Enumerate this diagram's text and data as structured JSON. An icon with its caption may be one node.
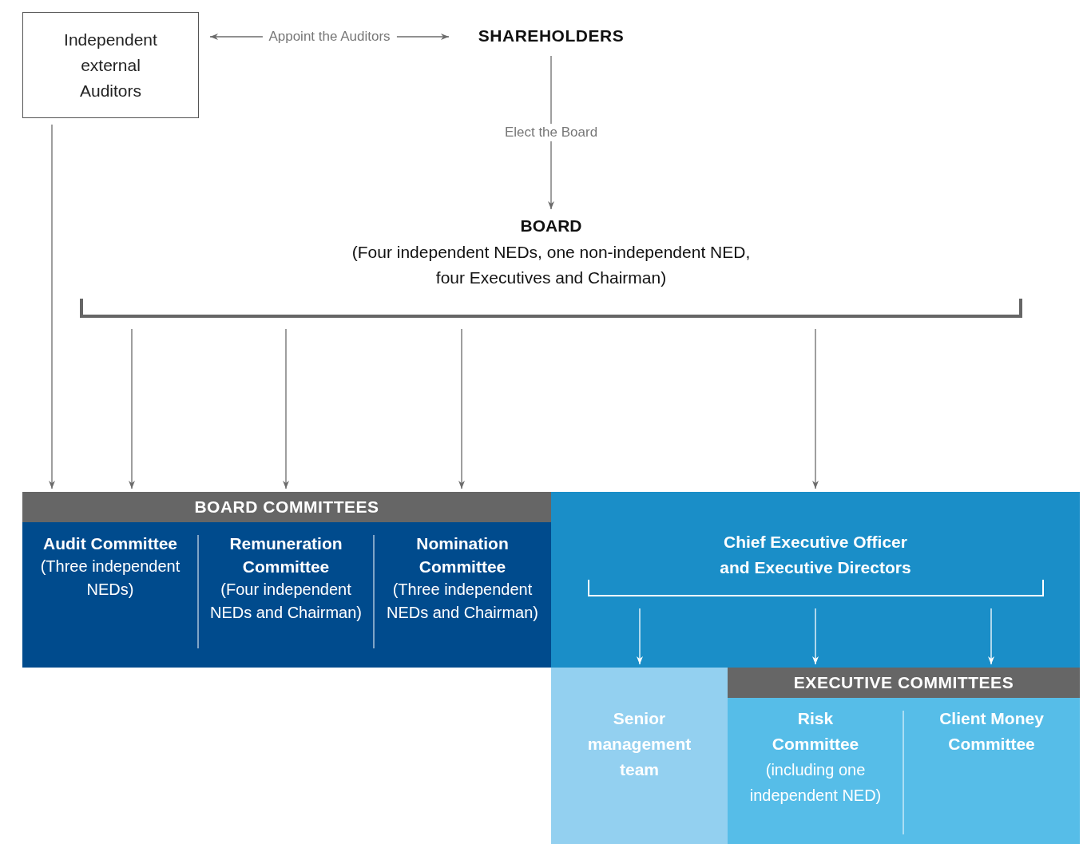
{
  "diagram": {
    "nodes": [
      {
        "text": [
          "Independent external Auditors"
        ]
      },
      {
        "text": [
          "SHAREHOLDERS"
        ]
      },
      {
        "text": [
          "BOARD",
          "(Four independent NEDs, one non-independent NED, four Executives and Chairman)"
        ]
      },
      {
        "text": [
          "BOARD COMMITTEES"
        ]
      },
      {
        "text": [
          "Audit Committee",
          "(Three independent NEDs)"
        ],
        "in": 3
      },
      {
        "text": [
          "Remuneration Committee",
          "(Four independent NEDs and Chairman)"
        ],
        "in": 3
      },
      {
        "text": [
          "Nomination Committee",
          "(Three independent NEDs and Chairman)"
        ],
        "in": 3
      },
      {
        "text": [
          "Chief Executive Officer and Executive Directors"
        ]
      },
      {
        "text": [
          "Senior management team"
        ]
      },
      {
        "text": [
          "EXECUTIVE COMMITTEES"
        ]
      },
      {
        "text": [
          "Risk Committee",
          "(including one independent NED)"
        ],
        "in": 9
      },
      {
        "text": [
          "Client Money Committee"
        ],
        "in": 9
      }
    ],
    "edges": [
      {
        "from": 0,
        "to": 1,
        "arrow": "both",
        "label": "Appoint the Auditors"
      },
      {
        "from": 1,
        "to": 2,
        "arrow": "to",
        "label": "Elect the Board"
      },
      {
        "from": 0,
        "to": 4,
        "arrow": "to"
      },
      {
        "from": 2,
        "to": 4,
        "arrow": "to"
      },
      {
        "from": 2,
        "to": 5,
        "arrow": "to"
      },
      {
        "from": 2,
        "to": 6,
        "arrow": "to"
      },
      {
        "from": 2,
        "to": 7,
        "arrow": "to"
      },
      {
        "from": 7,
        "to": 8,
        "arrow": "to",
        "color": "#ffffff"
      },
      {
        "from": 7,
        "to": 9,
        "arrow": "to",
        "color": "#ffffff"
      },
      {
        "from": 7,
        "to": 9,
        "arrow": "to",
        "color": "#ffffff"
      }
    ]
  }
}
